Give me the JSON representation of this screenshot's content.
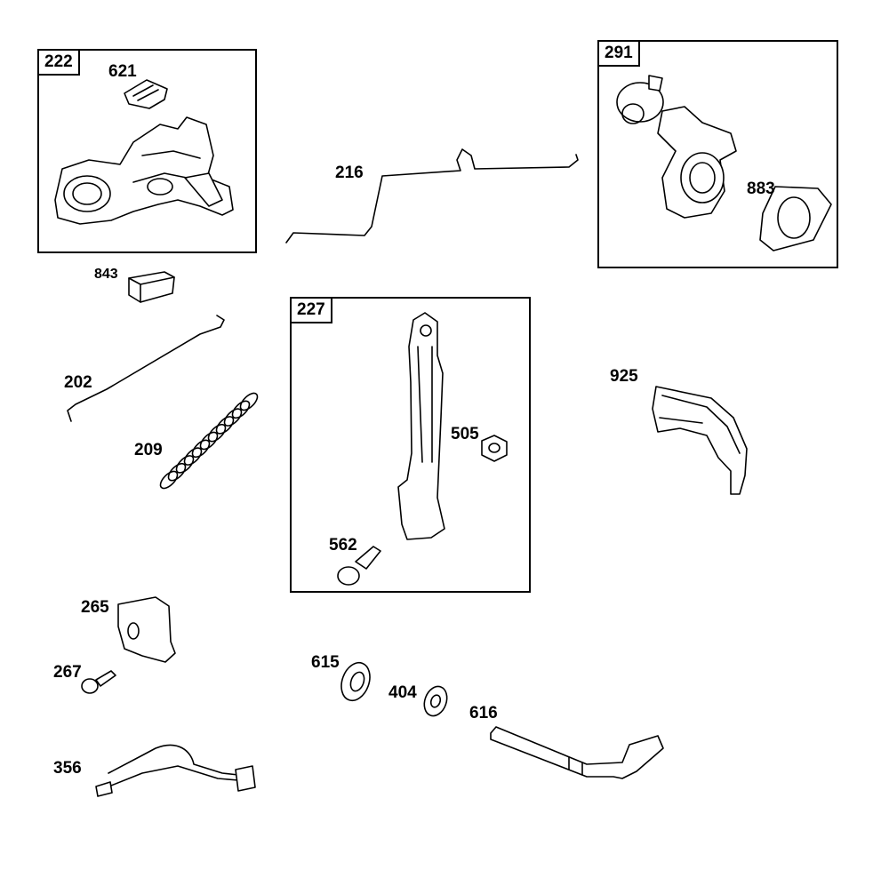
{
  "kits": [
    {
      "id": "kit-222",
      "label": "222"
    },
    {
      "id": "kit-227",
      "label": "227"
    },
    {
      "id": "kit-291",
      "label": "291"
    }
  ],
  "parts": {
    "p621": "621",
    "p216": "216",
    "p883": "883",
    "p843": "843",
    "p202": "202",
    "p209": "209",
    "p505": "505",
    "p562": "562",
    "p925": "925",
    "p265": "265",
    "p267": "267",
    "p356": "356",
    "p615": "615",
    "p404": "404",
    "p616": "616"
  }
}
